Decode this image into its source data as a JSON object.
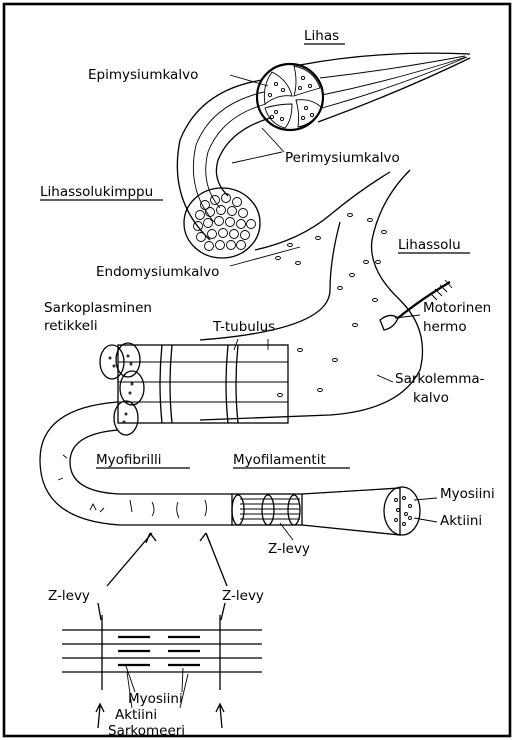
{
  "labels": {
    "lihas": "Lihas",
    "epimysium": "Epimysiumkalvo",
    "perimysium": "Perimysiumkalvo",
    "lihassolukimppu": "Lihassolukimppu",
    "lihassolu": "Lihassolu",
    "endomysium": "Endomysiumkalvo",
    "sarkoplasminen": "Sarkoplasminen",
    "retikkeli": "retikkeli",
    "t_tubulus": "T-tubulus",
    "motorinen": "Motorinen",
    "hermo": "hermo",
    "sarkolemma": "Sarkolemma-",
    "kalvo": "kalvo",
    "myofibrilli": "Myofibrilli",
    "myofilamentit": "Myofilamentit",
    "myosiini_top": "Myosiini",
    "aktiini_top": "Aktiini",
    "z_levy_mid": "Z-levy",
    "z_levy_left": "Z-levy",
    "z_levy_right": "Z-levy",
    "myosiini_bottom": "Myosiini",
    "aktiini_bottom": "Aktiini",
    "sarkomeeri": "Sarkomeeri"
  }
}
